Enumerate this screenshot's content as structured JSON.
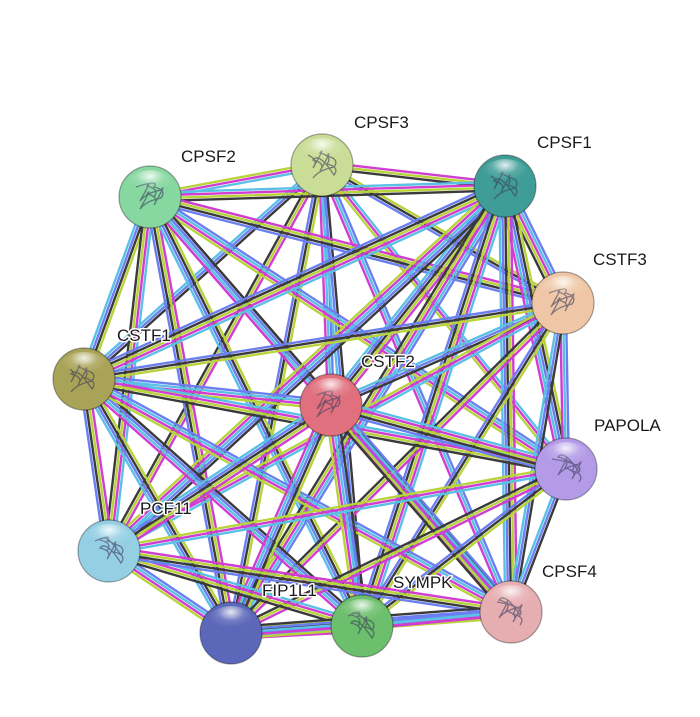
{
  "network": {
    "nodes": [
      {
        "id": "CPSF3",
        "label": "CPSF3",
        "color": "#c9dd97",
        "icon": "protein-structure-icon"
      },
      {
        "id": "CPSF2",
        "label": "CPSF2",
        "color": "#86d7a0",
        "icon": "protein-structure-icon"
      },
      {
        "id": "CPSF1",
        "label": "CPSF1",
        "color": "#3f9d97",
        "icon": "protein-structure-icon"
      },
      {
        "id": "CSTF3",
        "label": "CSTF3",
        "color": "#efc7a6",
        "icon": "protein-structure-icon"
      },
      {
        "id": "CSTF1",
        "label": "CSTF1",
        "color": "#a9a357",
        "icon": "protein-structure-icon"
      },
      {
        "id": "CSTF2",
        "label": "CSTF2",
        "color": "#e0707e",
        "icon": "protein-structure-icon"
      },
      {
        "id": "PAPOLA",
        "label": "PAPOLA",
        "color": "#b49be8",
        "icon": "protein-structure-icon"
      },
      {
        "id": "PCF11",
        "label": "PCF11",
        "color": "#94cfe4",
        "icon": "protein-structure-icon"
      },
      {
        "id": "FIP1L1",
        "label": "FIP1L1",
        "color": "#5b67b8",
        "icon": "empty-node-icon"
      },
      {
        "id": "SYMPK",
        "label": "SYMPK",
        "color": "#6cbf6c",
        "icon": "protein-structure-icon"
      },
      {
        "id": "CPSF4",
        "label": "CPSF4",
        "color": "#e7aeb2",
        "icon": "protein-structure-icon"
      }
    ],
    "edge_colors": {
      "database": "#5bc0e6",
      "experimental": "#d13cd1",
      "textmining": "#b9d33b",
      "coexpression": "#3a3a3a",
      "homology": "#6b7ff0"
    }
  }
}
